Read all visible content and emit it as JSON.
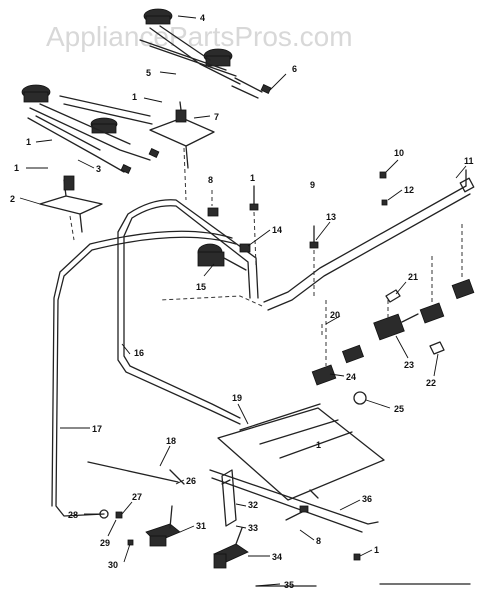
{
  "watermark": "AppliancePartsPros.com",
  "callouts": {
    "c_4": "4",
    "c_5": "5",
    "c_6": "6",
    "c_1a": "1",
    "c_7": "7",
    "c_1b": "1",
    "c_3": "3",
    "c_2": "2",
    "c_1c": "1",
    "c_8": "8",
    "c_10": "10",
    "c_11": "11",
    "c_12": "12",
    "c_9": "9",
    "c_13": "13",
    "c_14": "14",
    "c_15": "15",
    "c_21": "21",
    "c_20": "20",
    "c_23": "23",
    "c_22": "22",
    "c_24": "24",
    "c_25": "25",
    "c_16": "16",
    "c_19": "19",
    "c_1d": "1",
    "c_17": "17",
    "c_18": "18",
    "c_26": "26",
    "c_27": "27",
    "c_28": "28",
    "c_29": "29",
    "c_32": "32",
    "c_36": "36",
    "c_31": "31",
    "c_33": "33",
    "c_8b": "8",
    "c_30": "30",
    "c_34": "34",
    "c_1e": "1",
    "c_35": "35",
    "c_1f": "1"
  }
}
